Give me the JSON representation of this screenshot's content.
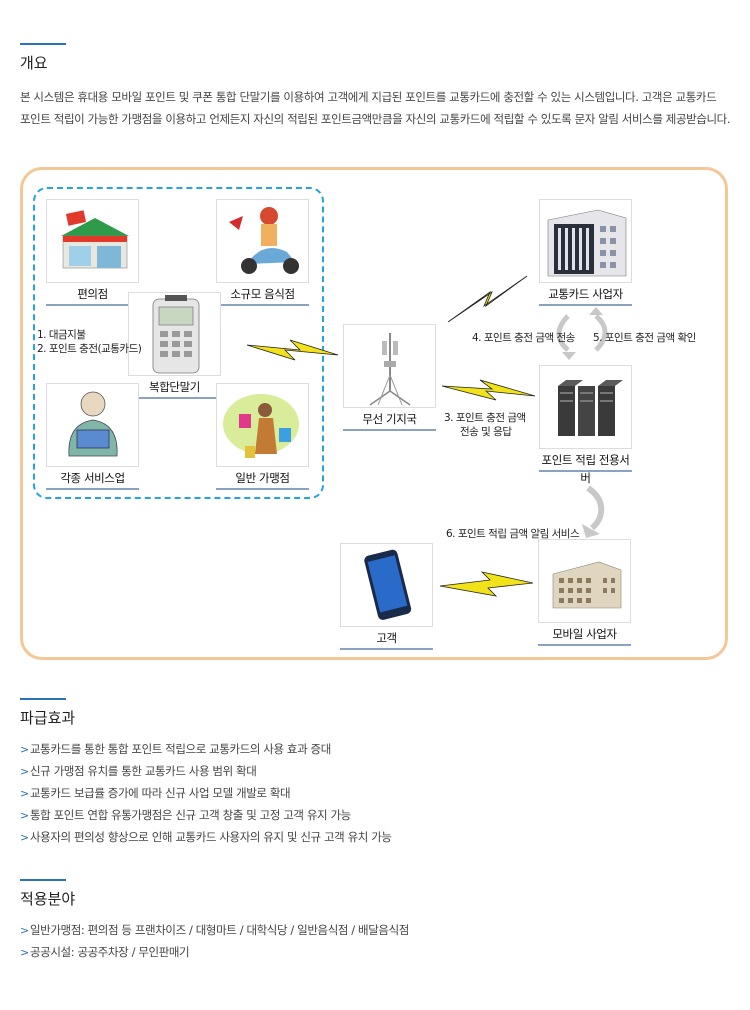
{
  "overview": {
    "title": "개요",
    "text": "본 시스템은 휴대용 모바일 포인트 및 쿠폰 통합 단말기를 이용하여 고객에게 지급된 포인트를 교통카드에 충전할 수 있는 시스템입니다. 고객은 교통카드 포인트 적립이 가능한 가맹점을 이용하고 언제든지 자신의 적립된 포인트금액만큼을 자신의 교통카드에 적립할 수 있도록 문자 알림 서비스를 제공받습니다."
  },
  "diagram": {
    "nodes": {
      "convenience": "편의점",
      "restaurant": "소규모 음식점",
      "terminal": "복합단말기",
      "service": "각종 서비스업",
      "merchant": "일반 가맹점",
      "base_station": "무선 기지국",
      "transit_operator": "교통카드 사업자",
      "point_server": "포인트 적립 전용서버",
      "customer": "고객",
      "mobile_operator": "모바일 사업자"
    },
    "annotations": {
      "step12_line1": "1. 대금지불",
      "step12_line2": "2. 포인트 충전(교통카드)",
      "step3_line1": "3. 포인트 충전 금액",
      "step3_line2": "전송 및 응답",
      "step4": "4. 포인트 충전 금액 전송",
      "step5": "5. 포인트 충전 금액 확인",
      "step6": "6. 포인트 적립 금액 알림 서비스"
    },
    "colors": {
      "frame": "#f4c896",
      "dashed": "#23a3e0",
      "lightning": "#f2e21a",
      "lightning_stroke": "#222222",
      "node_underline": "#8aa3c0"
    },
    "icons": {
      "convenience": "convenience-store-icon",
      "restaurant": "delivery-scooter-icon",
      "terminal": "payment-terminal-icon",
      "service": "reading-person-icon",
      "merchant": "shopping-woman-icon",
      "base_station": "radio-tower-icon",
      "transit_operator": "office-building-icon",
      "point_server": "server-rack-icon",
      "customer": "smartphone-icon",
      "mobile_operator": "low-building-icon"
    }
  },
  "effects": {
    "title": "파급효과",
    "items": [
      "교통카드를 통한 통합 포인트 적립으로 교통카드의 사용 효과 증대",
      "신규 가맹점 유치를 통한 교통카드 사용 범위 확대",
      "교통카드 보급률 증가에 따라 신규 사업 모델 개발로 확대",
      "통합 포인트 연합 유통가맹점은 신규 고객 창출 및 고정 고객 유지 가능",
      "사용자의 편의성 향상으로 인해 교통카드 사용자의 유지 및 신규 고객 유치 가능"
    ]
  },
  "applications": {
    "title": "적용분야",
    "items": [
      "일반가맹점: 편의점 등 프랜차이즈 / 대형마트 / 대학식당 / 일반음식점 / 배달음식점",
      "공공시설: 공공주차장 / 무인판매기"
    ]
  },
  "bullet_glyph": ">"
}
